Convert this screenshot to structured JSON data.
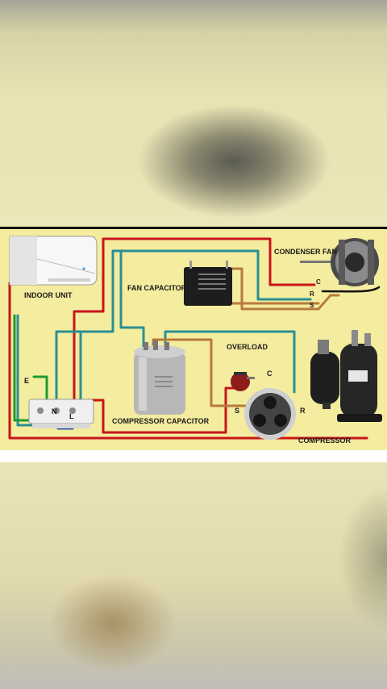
{
  "diagram": {
    "labels": {
      "indoor_unit": "INDOOR UNIT",
      "condenser_fan": "CONDENSER FAN",
      "fan_capacitor": "FAN CAPACITOR",
      "overload": "OVERLOAD",
      "compressor_capacitor": "COMPRESSOR CAPACITOR",
      "compressor": "COMPRESSOR",
      "terminal_e": "E",
      "terminal_n": "N",
      "terminal_l": "L",
      "fan_c": "C",
      "fan_r": "R",
      "fan_s": "S",
      "comp_c": "C",
      "comp_s": "S",
      "comp_r": "R"
    },
    "wire_colors": {
      "red": "#c8151b",
      "teal": "#2a8f94",
      "brown": "#b87a3a",
      "green": "#1e9b33",
      "blue": "#1f4fa5"
    }
  }
}
